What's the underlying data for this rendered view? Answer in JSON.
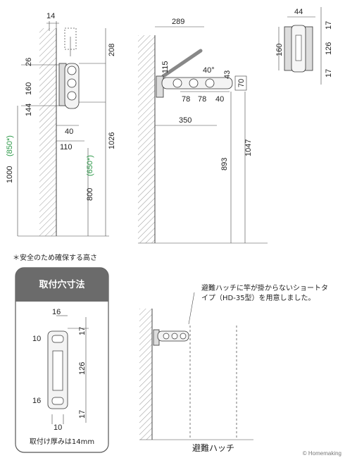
{
  "panel1": {
    "dims": {
      "top_width": "14",
      "upper_height": "208",
      "offset": "26",
      "bracket": "160",
      "lower": "144",
      "depth1": "40",
      "depth2": "110",
      "h_total": "1000",
      "h_total_safe": "(850*)",
      "h_floor": "800",
      "h_floor_safe": "(650*)",
      "h_top": "1026"
    }
  },
  "panel2": {
    "dims": {
      "width": "289",
      "vert": "115",
      "angle": "40°",
      "d43": "43",
      "d70": "70",
      "d78a": "78",
      "d78b": "78",
      "d40": "40",
      "reach": "350",
      "h893": "893",
      "h1047": "1047"
    }
  },
  "panel3": {
    "dims": {
      "w44": "44",
      "d17a": "17",
      "d160": "160",
      "d126": "126",
      "d17b": "17"
    }
  },
  "note_safety": "＊安全のため確保する高さ",
  "mount": {
    "title": "取付穴寸法",
    "dims": {
      "d16a": "16",
      "d10a": "10",
      "d17a": "17",
      "d126": "126",
      "d16b": "16",
      "d17b": "17",
      "d10b": "10"
    },
    "thickness": "取付け厚みは14mm"
  },
  "hatch_note": "避難ハッチに竿が掛からないショートタイプ（HD-35型）を用意しました。",
  "hatch_label": "避難ハッチ",
  "copyright": "© Homemaking"
}
